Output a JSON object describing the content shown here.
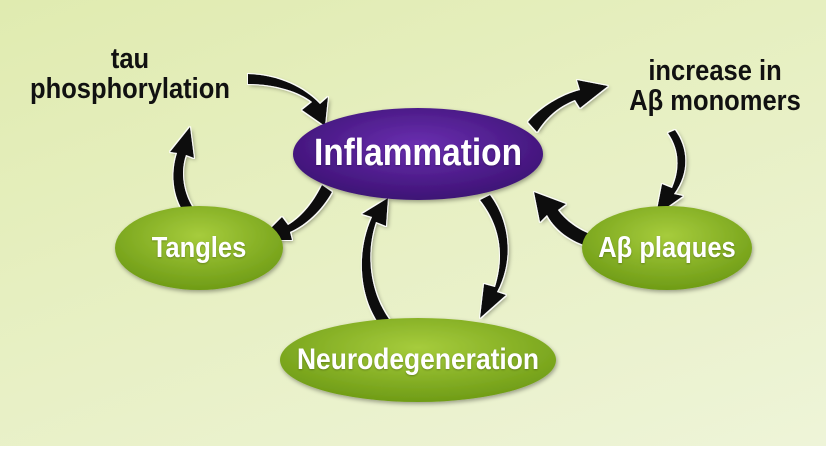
{
  "diagram": {
    "title": "Inflammation cycle in Alzheimer's disease",
    "colors": {
      "hub_fill": "#4a1a8c",
      "hub_fill_light": "#6a2fb0",
      "node_fill": "#7fad1e",
      "node_fill_light": "#a6cc3c",
      "arrow": "#0a0a0a",
      "background": "#e4edbb"
    },
    "hub": {
      "id": "inflammation",
      "label": "Inflammation"
    },
    "nodes": [
      {
        "id": "tangles",
        "label": "Tangles"
      },
      {
        "id": "neurodegeneration",
        "label": "Neurodegeneration"
      },
      {
        "id": "abeta-plaques",
        "label": "Aβ plaques"
      }
    ],
    "text_labels": [
      {
        "id": "tau-phosphorylation",
        "lines": [
          "tau",
          "phosphorylation"
        ]
      },
      {
        "id": "increase-abeta-monomers",
        "lines": [
          "increase in",
          "Aβ monomers"
        ]
      }
    ],
    "edges": [
      {
        "from": "tau-phosphorylation",
        "to": "inflammation"
      },
      {
        "from": "inflammation",
        "to": "increase-abeta-monomers"
      },
      {
        "from": "increase-abeta-monomers",
        "to": "abeta-plaques"
      },
      {
        "from": "abeta-plaques",
        "to": "inflammation"
      },
      {
        "from": "inflammation",
        "to": "neurodegeneration"
      },
      {
        "from": "neurodegeneration",
        "to": "inflammation"
      },
      {
        "from": "inflammation",
        "to": "tangles"
      },
      {
        "from": "tangles",
        "to": "tau-phosphorylation"
      }
    ]
  }
}
